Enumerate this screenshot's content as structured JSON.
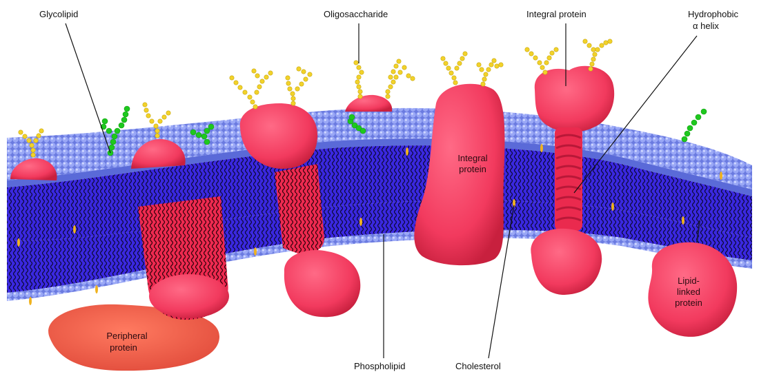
{
  "labels": {
    "glycolipid": "Glycolipid",
    "oligosaccharide": "Oligosaccharide",
    "integral_protein_top": "Integral protein",
    "hydrophobic_helix_line1": "Hydrophobic",
    "hydrophobic_helix_line2": "α helix",
    "integral_protein_inner_line1": "Integral",
    "integral_protein_inner_line2": "protein",
    "peripheral_protein_line1": "Peripheral",
    "peripheral_protein_line2": "protein",
    "phospholipid": "Phospholipid",
    "cholesterol": "Cholesterol",
    "lipid_linked_line1": "Lipid-",
    "lipid_linked_line2": "linked",
    "lipid_linked_line3": "protein"
  },
  "colors": {
    "head_blue": "#8c9cf0",
    "head_dark": "#5a6ad8",
    "core_purple": "#3a28e0",
    "protein_red": "#f23a5e",
    "protein_dark": "#c8203e",
    "peripheral_orange": "#f25a48",
    "sugar_yellow": "#f2d22a",
    "glyco_green": "#1ec81e",
    "cholesterol": "#f0b21e"
  }
}
